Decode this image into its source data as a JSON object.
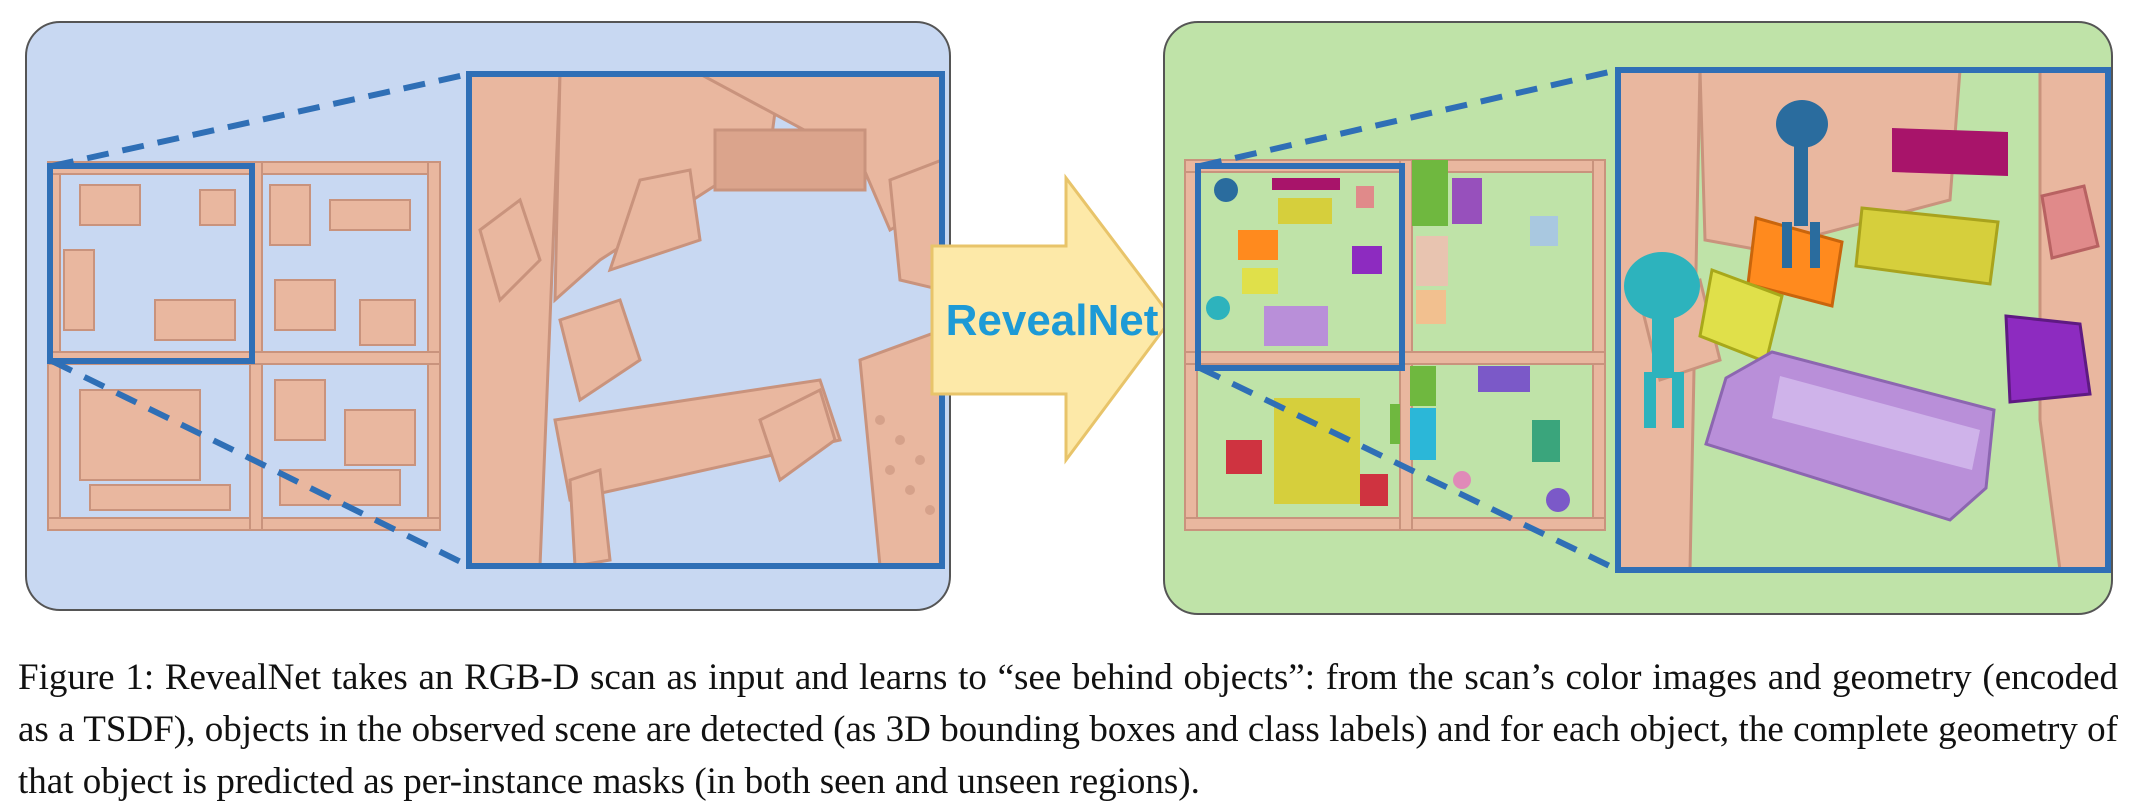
{
  "figure": {
    "arrow_label": "RevealNet",
    "colors": {
      "input_panel_bg": "#c8d8f2",
      "output_panel_bg": "#bfe3a8",
      "frame_blue": "#2f6fb6",
      "geometry": "#e9b79f",
      "arrow_fill": "#fde9a8",
      "arrow_text": "#1d9ad6"
    },
    "input_panel": {
      "icon": "scan-geometry-3d"
    },
    "output_panel": {
      "icon": "instance-segmented-scene",
      "instance_colors": [
        "#b98fd9",
        "#e0e04a",
        "#ff8a1e",
        "#2a6c9e",
        "#2db3bd",
        "#8d2bc0",
        "#a8146a",
        "#e08a8a",
        "#d6cf3c",
        "#cf3340",
        "#2bb7d8",
        "#7b59c8",
        "#6fb83f",
        "#3aa57c",
        "#f2c08f"
      ]
    }
  },
  "caption": {
    "text": "Figure 1: RevealNet takes an RGB-D scan as input and learns to “see behind objects”: from the scan’s color images and geometry (encoded as a TSDF), objects in the observed scene are detected (as 3D bounding boxes and class labels) and for each object, the complete geometry of that object is predicted as per-instance masks (in both seen and unseen regions)."
  }
}
